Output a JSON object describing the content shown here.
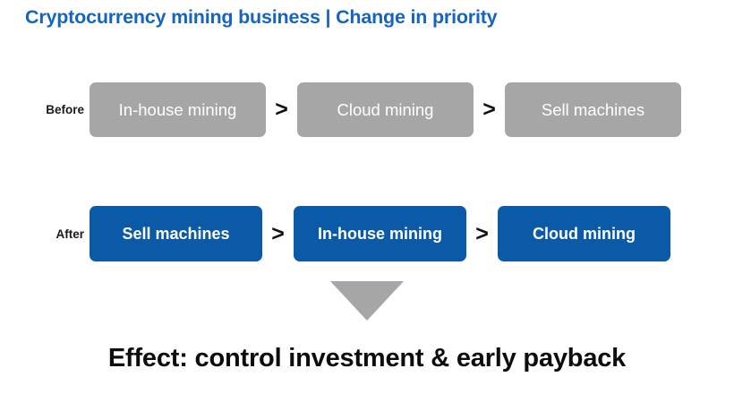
{
  "slide": {
    "title": "Cryptocurrency mining business | Change in priority",
    "title_color": "#1565C0",
    "background_color": "#FFFFFF"
  },
  "rows": [
    {
      "key": "before",
      "label": "Before",
      "chip_color": "#A6A6A6",
      "chip_text_color": "#FFFFFF",
      "separator": ">",
      "items": [
        {
          "label": "In-house mining"
        },
        {
          "label": "Cloud mining"
        },
        {
          "label": "Sell machines"
        }
      ]
    },
    {
      "key": "after",
      "label": "After",
      "chip_color": "#0B5AA8",
      "chip_text_color": "#FFFFFF",
      "separator": ">",
      "items": [
        {
          "label": "Sell machines"
        },
        {
          "label": "In-house mining"
        },
        {
          "label": "Cloud mining"
        }
      ]
    }
  ],
  "arrow": {
    "name": "down-triangle",
    "color": "#A6A6A6"
  },
  "effect": {
    "text": "Effect: control investment & early payback",
    "color": "#0D0D0D"
  }
}
